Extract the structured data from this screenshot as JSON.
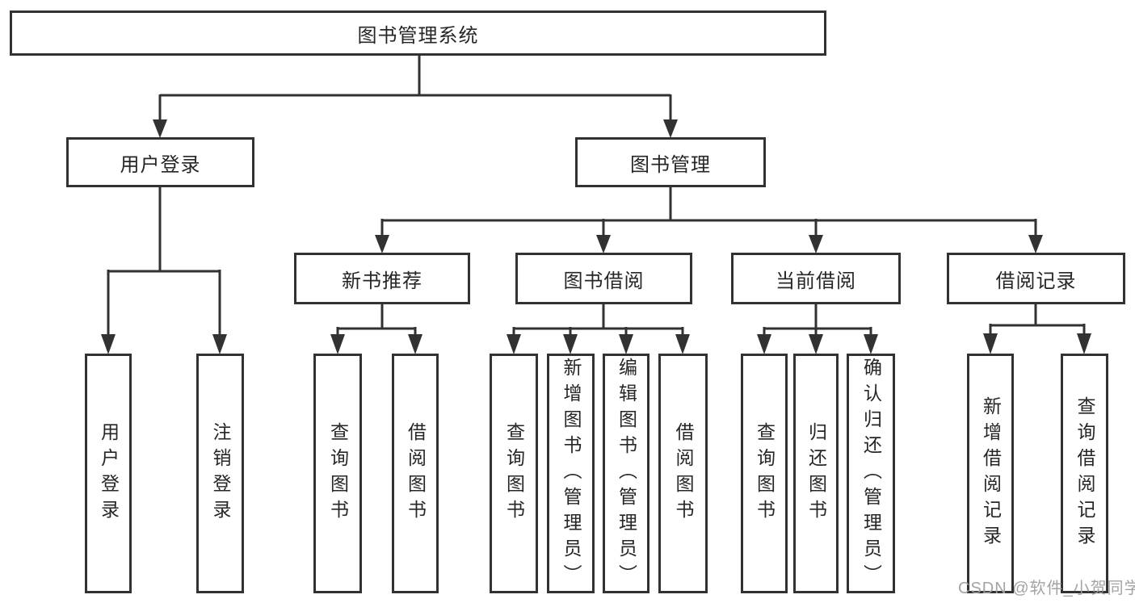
{
  "root": {
    "label": "图书管理系统"
  },
  "level1": [
    {
      "label": "用户登录"
    },
    {
      "label": "图书管理"
    }
  ],
  "level2": [
    {
      "label": "新书推荐",
      "parent": "图书管理"
    },
    {
      "label": "图书借阅",
      "parent": "图书管理"
    },
    {
      "label": "当前借阅",
      "parent": "图书管理"
    },
    {
      "label": "借阅记录",
      "parent": "图书管理"
    }
  ],
  "leaves": [
    {
      "label": "用户登录",
      "parent": "用户登录"
    },
    {
      "label": "注销登录",
      "parent": "用户登录"
    },
    {
      "label": "查询图书",
      "parent": "新书推荐"
    },
    {
      "label": "借阅图书",
      "parent": "新书推荐"
    },
    {
      "label": "查询图书",
      "parent": "图书借阅"
    },
    {
      "label": "新增图书（管理员）",
      "parent": "图书借阅"
    },
    {
      "label": "编辑图书（管理员）",
      "parent": "图书借阅"
    },
    {
      "label": "借阅图书",
      "parent": "图书借阅"
    },
    {
      "label": "查询图书",
      "parent": "当前借阅"
    },
    {
      "label": "归还图书",
      "parent": "当前借阅"
    },
    {
      "label": "确认归还（管理员）",
      "parent": "当前借阅"
    },
    {
      "label": "新增借阅记录",
      "parent": "借阅记录"
    },
    {
      "label": "查询借阅记录",
      "parent": "借阅记录"
    }
  ],
  "watermark": {
    "text": "CSDN @软件_小贺同学"
  },
  "colors": {
    "line": "#323232",
    "border": "#323232",
    "text": "#262626",
    "watermark": "#9e9e9e",
    "background": "#ffffff"
  }
}
